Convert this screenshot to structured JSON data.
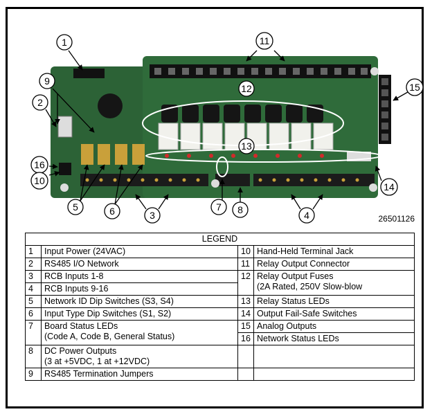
{
  "figure_number": "26501126",
  "callouts": [
    "1",
    "2",
    "3",
    "4",
    "5",
    "6",
    "7",
    "8",
    "9",
    "10",
    "11",
    "12",
    "13",
    "14",
    "15",
    "16"
  ],
  "legend": {
    "title": "LEGEND",
    "rows": [
      {
        "left_num": "1",
        "left_text": "Input Power (24VAC)",
        "left_text2": "",
        "right_num": "10",
        "right_text": "Hand-Held Terminal Jack",
        "right_text2": ""
      },
      {
        "left_num": "2",
        "left_text": "RS485 I/O Network",
        "left_text2": "",
        "right_num": "11",
        "right_text": "Relay Output Connector",
        "right_text2": ""
      },
      {
        "left_num": "3",
        "left_text": "RCB Inputs 1-8",
        "left_text2": "",
        "right_num": "12",
        "right_text": "Relay Output Fuses",
        "right_text2": "(2A Rated, 250V Slow-blow"
      },
      {
        "left_num": "4",
        "left_text": "RCB Inputs 9-16",
        "left_text2": "",
        "right_num": "",
        "right_text": "",
        "right_text2": ""
      },
      {
        "left_num": "5",
        "left_text": "Network ID Dip Switches (S3, S4)",
        "left_text2": "",
        "right_num": "13",
        "right_text": "Relay Status LEDs",
        "right_text2": ""
      },
      {
        "left_num": "6",
        "left_text": "Input Type Dip Switches (S1, S2)",
        "left_text2": "",
        "right_num": "14",
        "right_text": "Output Fail-Safe Switches",
        "right_text2": ""
      },
      {
        "left_num": "7",
        "left_text": "Board Status LEDs",
        "left_text2": "(Code A, Code B, General Status)",
        "right_num": "15",
        "right_text": "Analog Outputs",
        "right_text2": ""
      },
      {
        "left_num": "",
        "left_text": "",
        "left_text2": "",
        "right_num": "16",
        "right_text": "Network Status LEDs",
        "right_text2": ""
      },
      {
        "left_num": "8",
        "left_text": "DC Power Outputs",
        "left_text2": "(3 at +5VDC, 1 at +12VDC)",
        "right_num": "",
        "right_text": "",
        "right_text2": ""
      },
      {
        "left_num": "9",
        "left_text": "RS485 Termination Jumpers",
        "left_text2": "",
        "right_num": "",
        "right_text": "",
        "right_text2": ""
      }
    ]
  },
  "colors": {
    "board": "#2f6b3a",
    "board_dark": "#1d4a26",
    "relay": "#f1f1ec",
    "fuse": "#151515",
    "led": "#d12a2a",
    "terminal": "#1b1b1b",
    "callout_line": "#ffffff"
  }
}
